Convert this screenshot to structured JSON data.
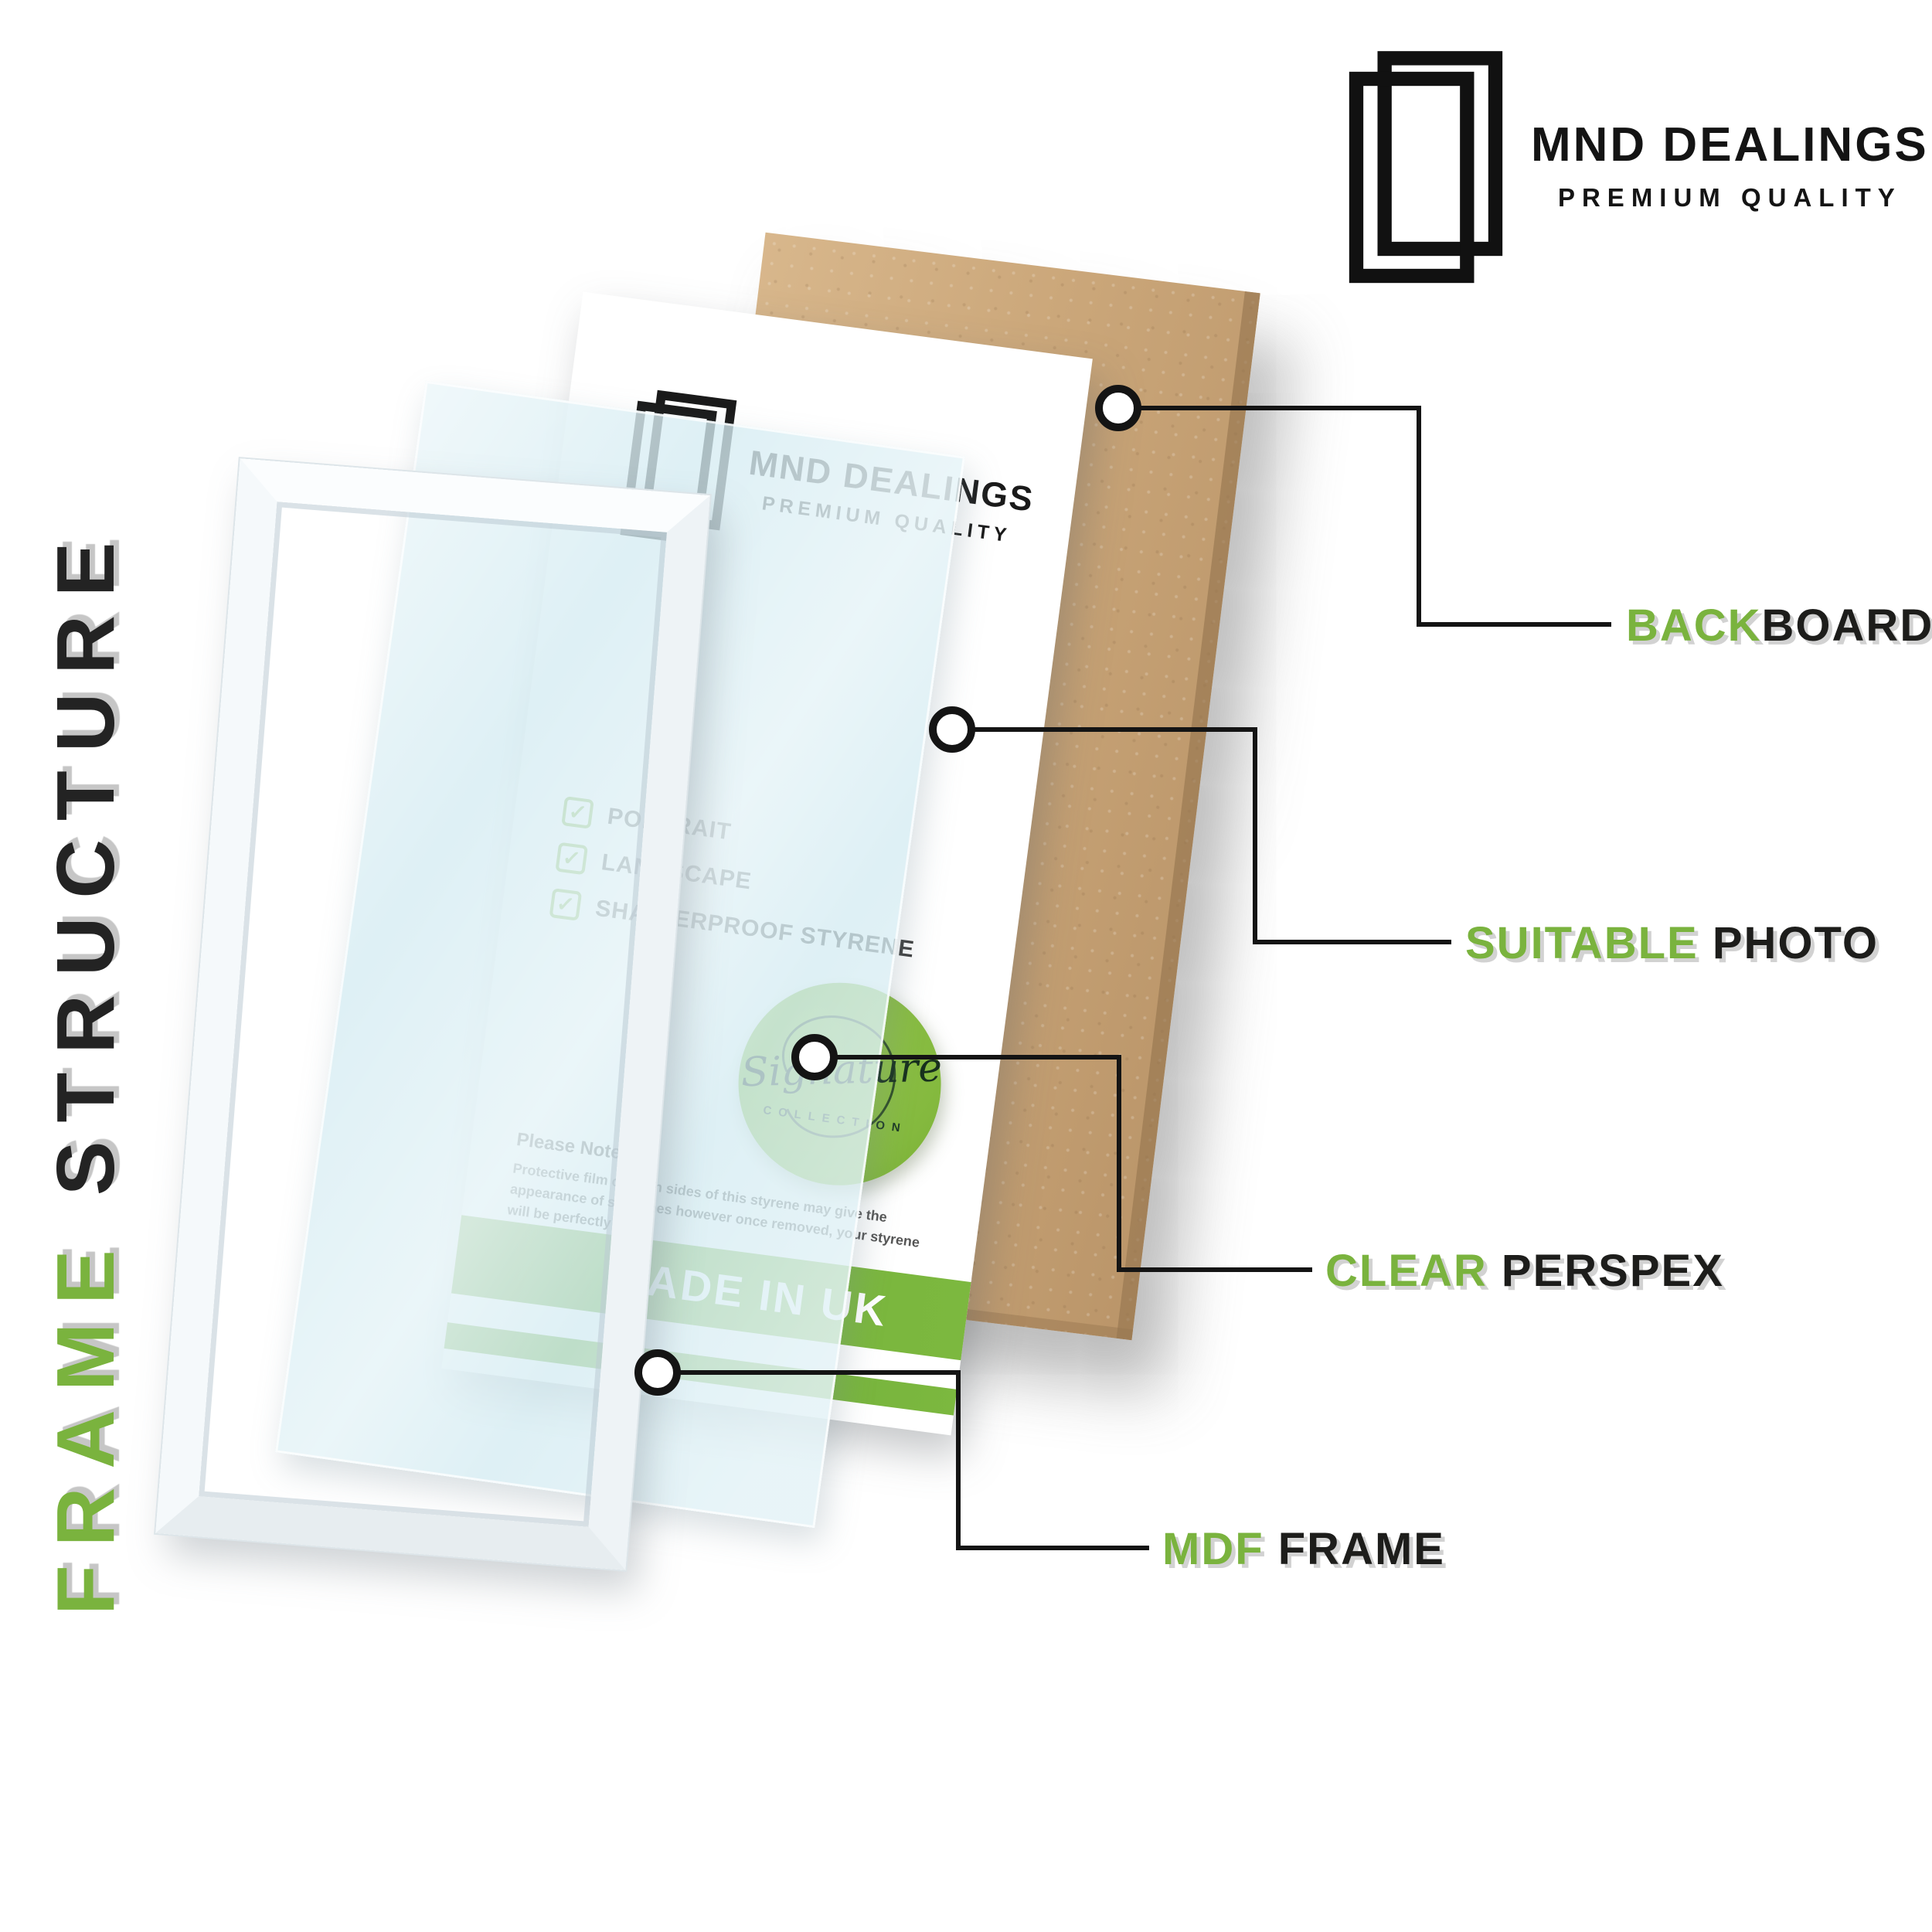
{
  "colors": {
    "accent_green": "#7ab33e",
    "dark": "#1d1d1b",
    "mdf_tan": "#cba77a",
    "perspex_blue": "#d5ecf2",
    "banner_green": "#6aa837"
  },
  "side_title": {
    "word_green": "FRAME",
    "word_dark": "STRUCTURE"
  },
  "brand": {
    "name": "MND DEALINGS",
    "tagline": "PREMIUM QUALITY"
  },
  "photo_sheet": {
    "brand_name": "MND DEALINGS",
    "brand_tagline": "PREMIUM QUALITY",
    "features": [
      "PORTRAIT",
      "LANDSCAPE",
      "SHATTERPROOF STYRENE"
    ],
    "check_glyph": "✓",
    "note_title": "Please Note:",
    "note_body": "Protective film on both sides of this styrene may give the appearance of scratches however once removed, your styrene will be perfectly clear,",
    "banner": "MADE IN UK",
    "badge_word": "Signature",
    "badge_sub": "COLLECTION"
  },
  "callouts": [
    {
      "id": "backboard",
      "label_accent": "BACK",
      "label_rest": "BOARD"
    },
    {
      "id": "suitable-photo",
      "label_accent": "SUITABLE ",
      "label_rest": "PHOTO"
    },
    {
      "id": "clear-perspex",
      "label_accent": "CLEAR ",
      "label_rest": "PERSPEX"
    },
    {
      "id": "mdf-frame",
      "label_accent": "MDF ",
      "label_rest": "FRAME"
    }
  ]
}
